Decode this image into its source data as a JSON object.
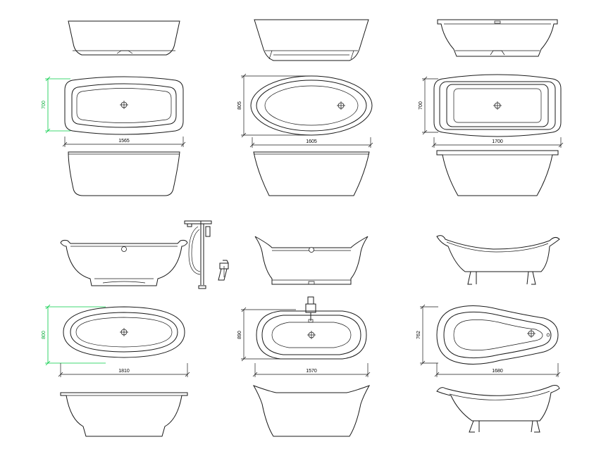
{
  "colors": {
    "line": "#1a1a1a",
    "dimension_highlight": "#00cc44",
    "background": "#ffffff"
  },
  "dimensions": {
    "tub1": {
      "length": "1565",
      "width": "700"
    },
    "tub2": {
      "length": "1605",
      "width": "805"
    },
    "tub3": {
      "length": "1700",
      "width": "700"
    },
    "tub4": {
      "length": "1810",
      "width": "800"
    },
    "tub5": {
      "length": "1570",
      "width": "890"
    },
    "tub6": {
      "length": "1680",
      "width": "762"
    }
  }
}
